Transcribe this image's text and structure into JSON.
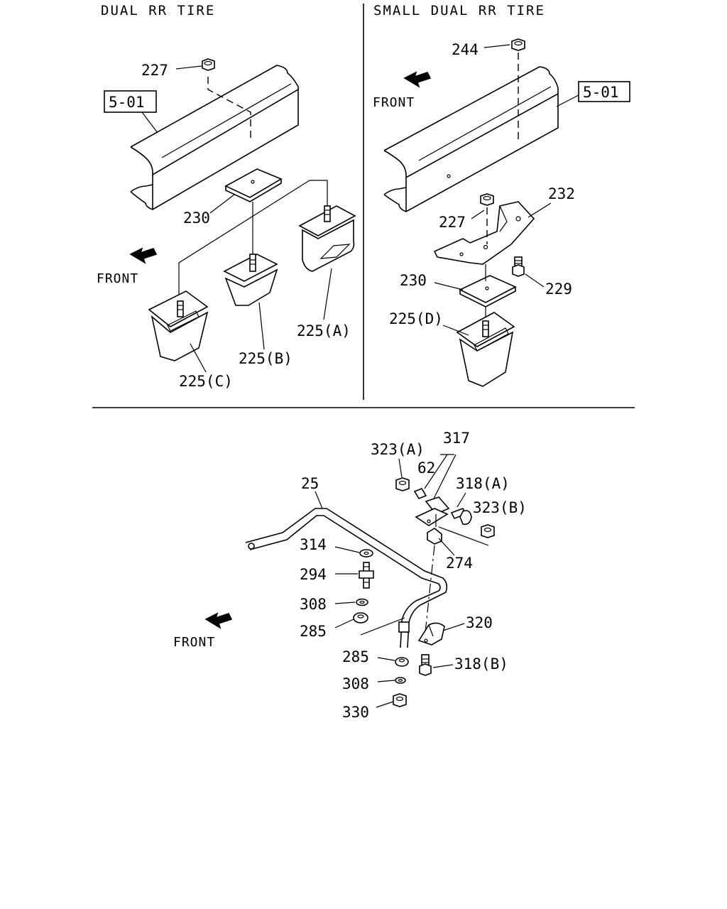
{
  "headers": {
    "left": "DUAL RR TIRE",
    "right": "SMALL DUAL RR TIRE"
  },
  "front_label": "FRONT",
  "ref_box": "5-01",
  "colors": {
    "ink": "#000000",
    "paper": "#ffffff"
  },
  "callouts": {
    "l227": "227",
    "l230": "230",
    "l225a": "225(A)",
    "l225b": "225(B)",
    "l225c": "225(C)",
    "r244": "244",
    "r232": "232",
    "r227": "227",
    "r229": "229",
    "r230": "230",
    "r225d": "225(D)",
    "b25": "25",
    "b317": "317",
    "b323a": "323(A)",
    "b62": "62",
    "b318a": "318(A)",
    "b323b": "323(B)",
    "b274": "274",
    "b314": "314",
    "b294": "294",
    "b308a": "308",
    "b285a": "285",
    "b320": "320",
    "b285b": "285",
    "b318b": "318(B)",
    "b308b": "308",
    "b330": "330"
  }
}
